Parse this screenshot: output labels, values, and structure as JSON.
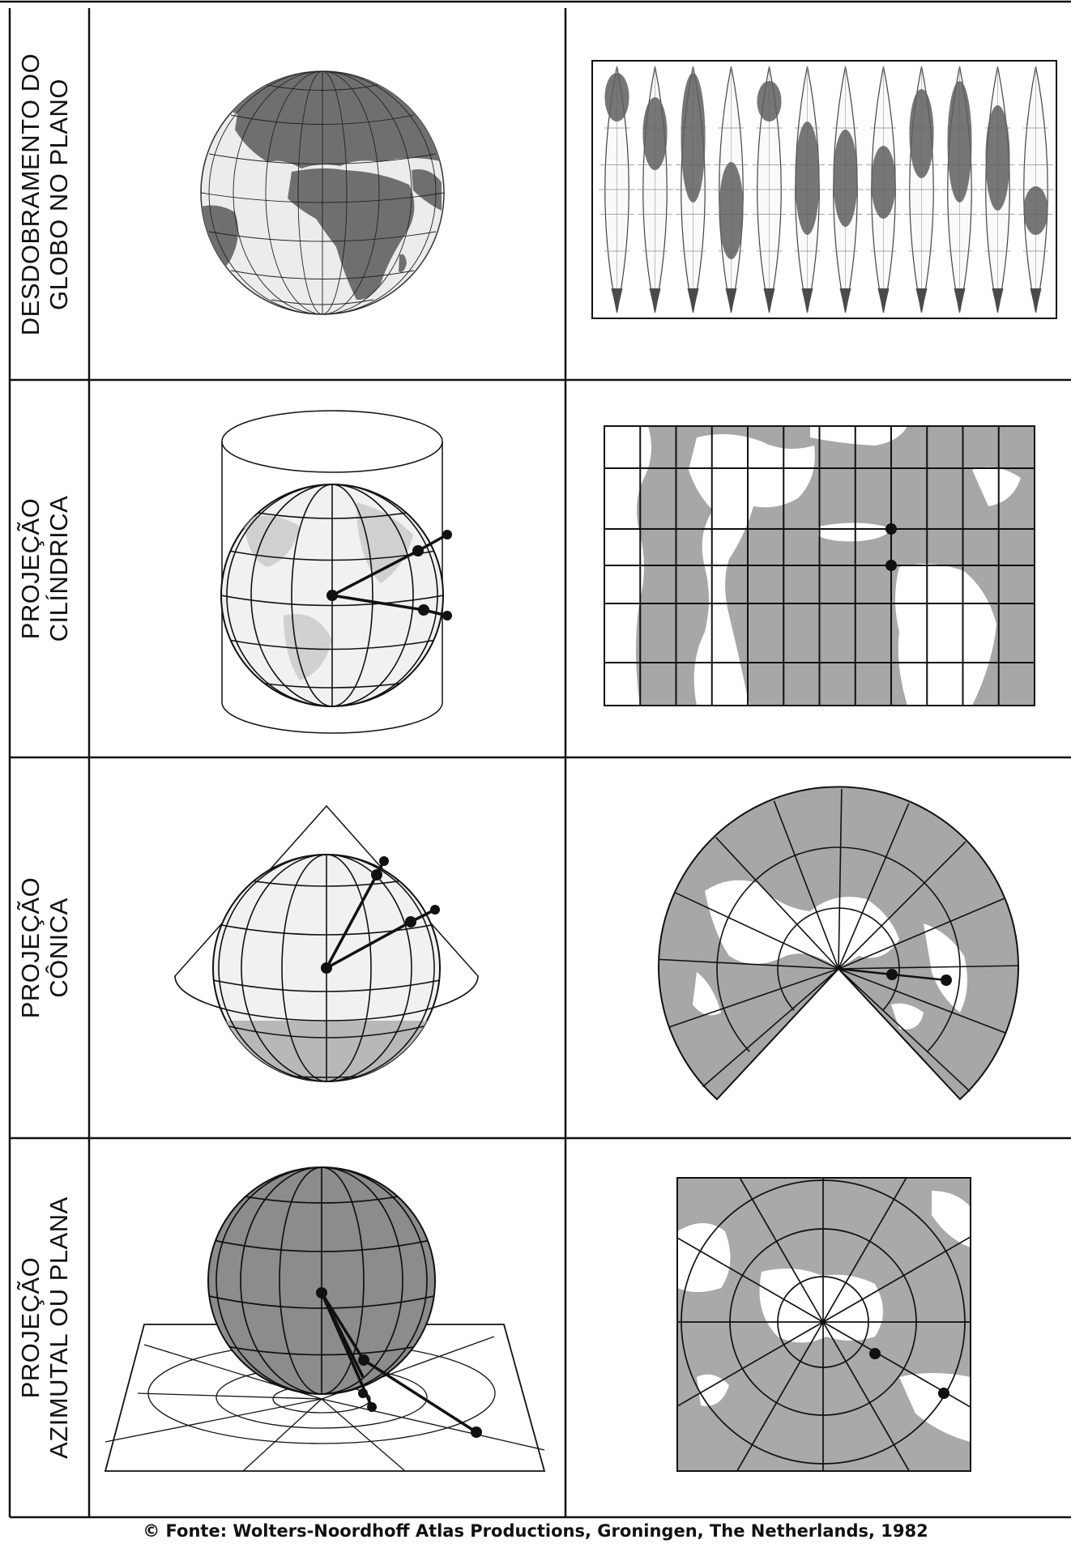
{
  "rows": [
    {
      "id": "desdobramento",
      "label_lines": [
        "DESDOBRAMENTO DO",
        "GLOBO NO PLANO"
      ]
    },
    {
      "id": "cilindrica",
      "label_lines": [
        "PROJEÇÃO",
        "CILÍNDRICA"
      ]
    },
    {
      "id": "conica",
      "label_lines": [
        "PROJEÇÃO",
        "CÔNICA"
      ]
    },
    {
      "id": "azimutal",
      "label_lines": [
        "PROJEÇÃO",
        "AZIMUTAL OU PLANA"
      ]
    }
  ],
  "caption": "© Fonte: Wolters-Noordhoff Atlas Productions, Groningen, The Netherlands, 1982",
  "colors": {
    "land": "#6f6f6f",
    "sea": "#e9e9e9",
    "shade": "#9a9a9a",
    "line": "#111111"
  }
}
